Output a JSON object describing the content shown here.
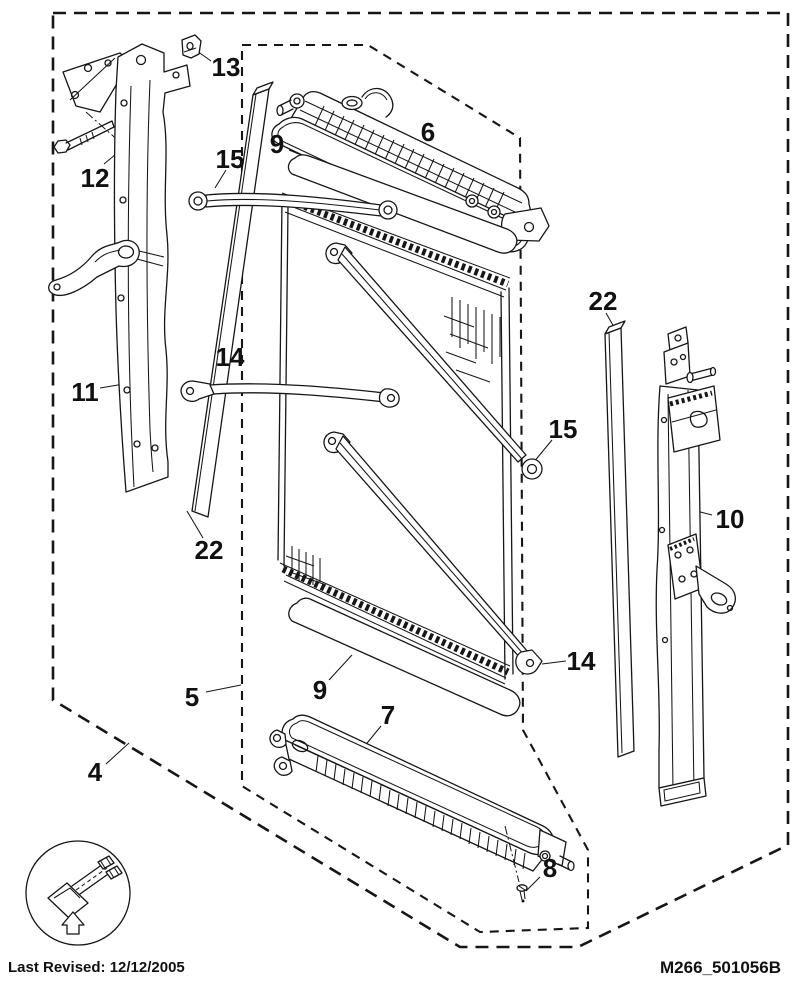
{
  "footer": {
    "last_revised": "Last Revised: 12/12/2005",
    "drawing_code": "M266_501056B"
  },
  "colors": {
    "ink": "#161616",
    "highlight_red": "#e01212",
    "background": "#ffffff"
  },
  "callouts": [
    {
      "id": "13",
      "label": "13"
    },
    {
      "id": "12",
      "label": "12"
    },
    {
      "id": "15-upper",
      "label": "15"
    },
    {
      "id": "9-upper",
      "label": "9"
    },
    {
      "id": "6",
      "label": "6"
    },
    {
      "id": "22-right",
      "label": "22"
    },
    {
      "id": "10",
      "label": "10"
    },
    {
      "id": "14-upper",
      "label": "14"
    },
    {
      "id": "15-lower",
      "label": "15"
    },
    {
      "id": "11",
      "label": "11"
    },
    {
      "id": "22-left",
      "label": "22"
    },
    {
      "id": "14-lower",
      "label": "14"
    },
    {
      "id": "9-lower",
      "label": "9"
    },
    {
      "id": "5",
      "label": "5"
    },
    {
      "id": "7",
      "label": "7"
    },
    {
      "id": "4",
      "label": "4"
    },
    {
      "id": "8",
      "label": "8"
    }
  ]
}
